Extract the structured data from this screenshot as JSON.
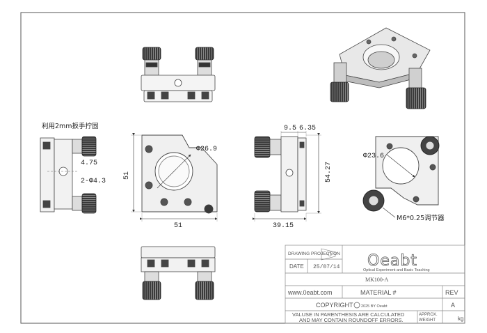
{
  "drawing": {
    "part_number": "MK100-A",
    "annotations": {
      "wrench_note": "利用2mm扳手拧固",
      "thread_note": "M6*0.25调节器"
    },
    "dimensions": {
      "side_offset": "4.75",
      "hole_dia": "2-Φ4.3",
      "front_bore": "Φ26.9",
      "front_height": "51",
      "front_width": "51",
      "side_a": "9.5",
      "side_b": "6.35",
      "side_height": "54.27",
      "side_width": "39.15",
      "back_bore": "Φ23.6"
    }
  },
  "title_block": {
    "projection_label": "DRAWING PROJECTION",
    "date_label": "DATE",
    "date_value": "25/07/14",
    "logo_text": "Oeabt",
    "logo_tagline": "Optical Experiment and Basic Teaching",
    "part_number": "MK100-A",
    "website": "www.0eabt.com",
    "material_label": "MATERIAL #",
    "rev_label": "REV",
    "rev_value": "A",
    "copyright_label": "COPYRIGHT",
    "copyright_small": "2025 BY Oeabt",
    "disclaimer_line1": "VALUSE IN PARENTHESIS ARE CALCULATED",
    "disclaimer_line2": "AND MAY CONTAIN ROUNDOFF ERRORS.",
    "approx_label": "APPROX.",
    "weight_label": "WEIGHT",
    "weight_unit": "kg"
  }
}
